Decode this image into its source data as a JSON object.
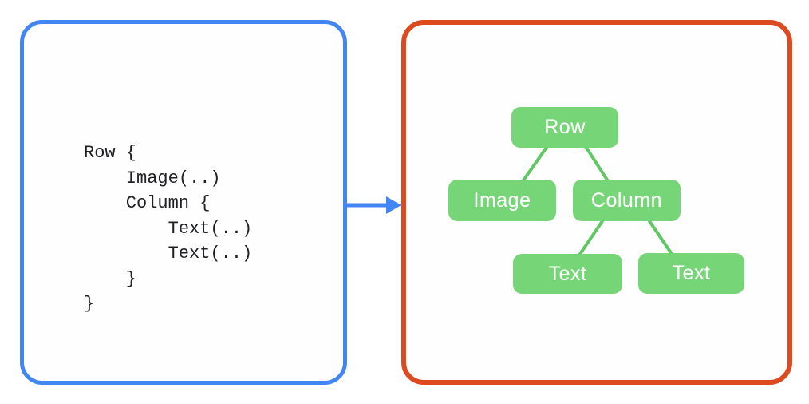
{
  "left_panel": {
    "code_lines": [
      "Row {",
      "    Image(..)",
      "    Column {",
      "        Text(..)",
      "        Text(..)",
      "    }",
      "}"
    ]
  },
  "arrow": {
    "direction": "right"
  },
  "right_panel": {
    "tree": {
      "nodes": [
        {
          "id": "row",
          "label": "Row",
          "parent": null
        },
        {
          "id": "image",
          "label": "Image",
          "parent": "row"
        },
        {
          "id": "column",
          "label": "Column",
          "parent": "row"
        },
        {
          "id": "text1",
          "label": "Text",
          "parent": "column"
        },
        {
          "id": "text2",
          "label": "Text",
          "parent": "column"
        }
      ]
    }
  },
  "colors": {
    "code_panel_border": "#4285F4",
    "tree_panel_border": "#DE4A1F",
    "arrow": "#4285F4",
    "node_fill": "#76D577",
    "connector_line": "#5FC763",
    "node_text": "#FFFFFF",
    "code_text": "#202124",
    "background": "#FFFFFF"
  }
}
